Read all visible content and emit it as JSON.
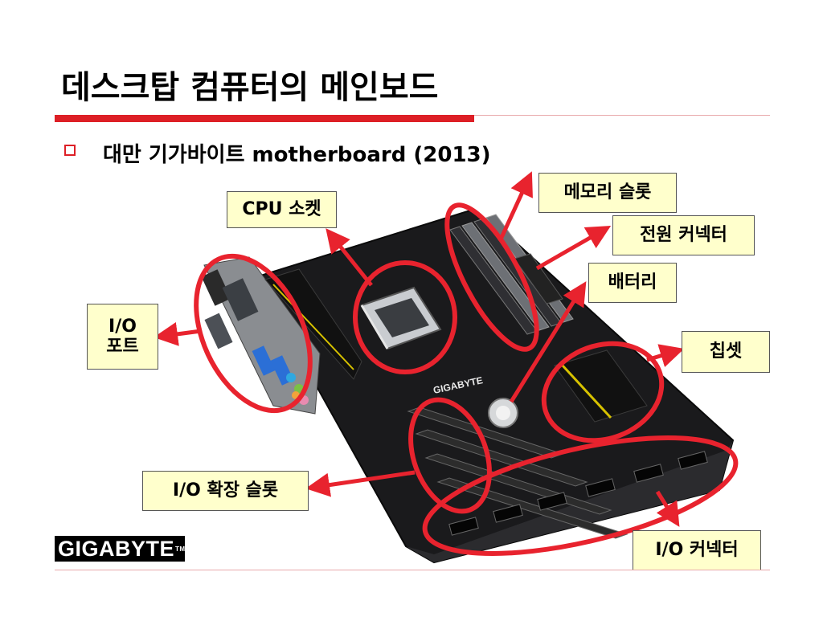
{
  "slide": {
    "title": "데스크탑 컴퓨터의 메인보드",
    "subtitle": "대만 기가바이트 motherboard (2013)",
    "accent_color": "#dd1f26",
    "label_bg": "#ffffcc",
    "board_brand_text": "GIGABYTE",
    "logo_text": "GIGABYTE",
    "logo_tm": "TM"
  },
  "labels": {
    "cpu_socket": "CPU 소켓",
    "memory_slot": "메모리 슬롯",
    "power_connector": "전원 커넥터",
    "battery": "배터리",
    "chipset": "칩셋",
    "io_port_line1": "I/O",
    "io_port_line2": "포트",
    "io_expansion_slot": "I/O 확장 슬롯",
    "io_connector": "I/O 커넥터"
  }
}
